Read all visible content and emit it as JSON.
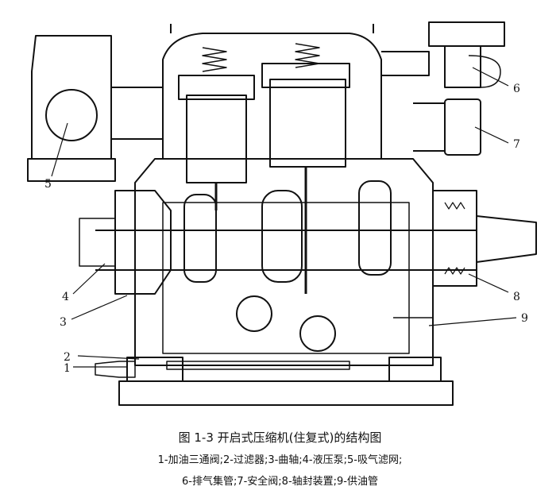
{
  "figure": {
    "callouts": [
      "1",
      "2",
      "3",
      "4",
      "5",
      "6",
      "7",
      "8",
      "9"
    ]
  },
  "caption": {
    "title": "图 1-3   开启式压缩机(住复式)的结构图",
    "legend_line1": "1-加油三通阀;2-过滤器;3-曲轴;4-液压泵;5-吸气滤网;",
    "legend_line2": "6-排气集管;7-安全阀;8-轴封装置;9-供油管"
  }
}
